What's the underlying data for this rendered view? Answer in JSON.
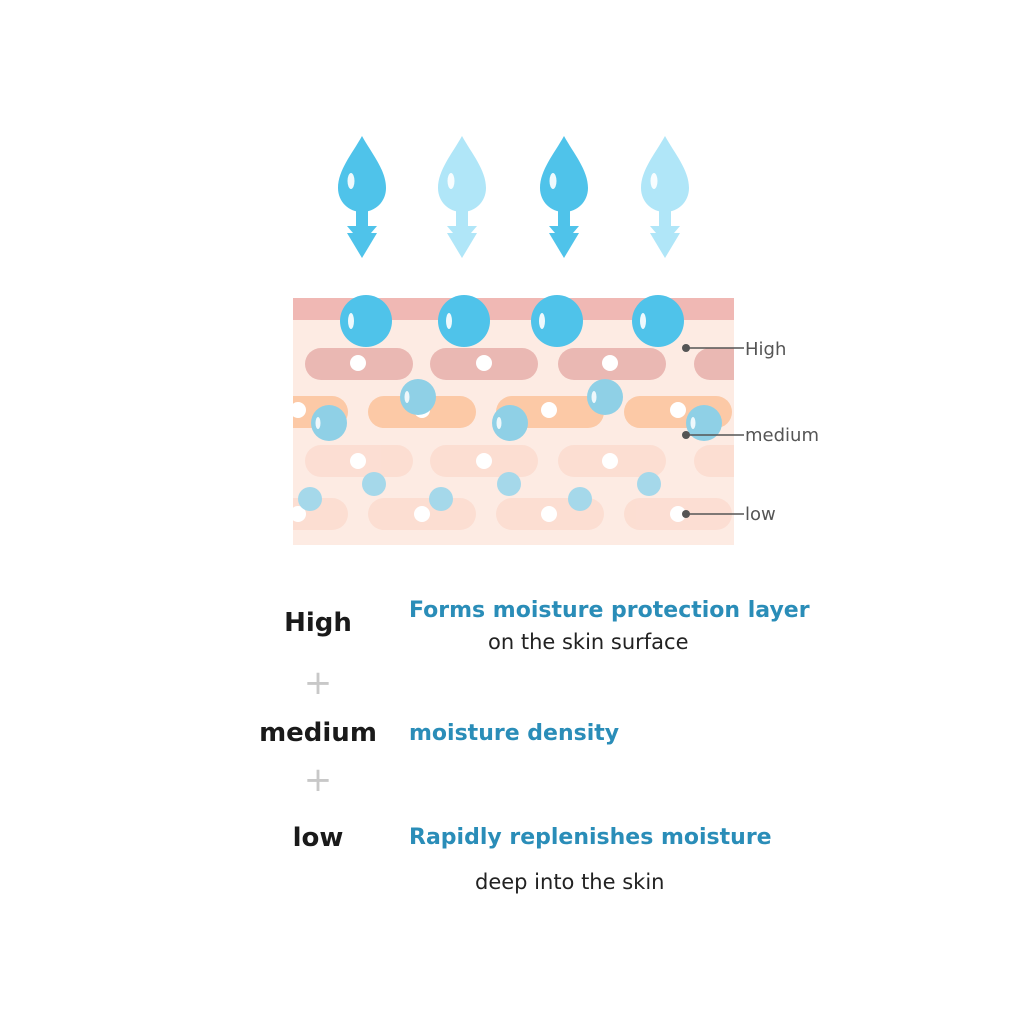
{
  "diagram": {
    "callouts": {
      "high": "High",
      "medium": "medium",
      "low": "low"
    },
    "colors": {
      "drop_dark": "#4fc3ea",
      "drop_light": "#b0e6f8",
      "skin_top": "#f0b8b4",
      "skin_bg": "#fdebe3",
      "cell_high": "#eab8b3",
      "cell_medium": "#fcc9a6",
      "cell_low": "#fcdcd0",
      "bubble_large": "#4fc3ea",
      "bubble_medium": "#8fd0e6",
      "bubble_small": "#a5d8ea"
    }
  },
  "legend": {
    "rows": [
      {
        "level": "High",
        "main": "Forms moisture protection layer",
        "sub": "on the skin surface"
      },
      {
        "level": "medium",
        "main": "moisture density",
        "sub": ""
      },
      {
        "level": "low",
        "main": "Rapidly replenishes moisture",
        "sub": "deep into the skin"
      }
    ],
    "separator": "+"
  }
}
